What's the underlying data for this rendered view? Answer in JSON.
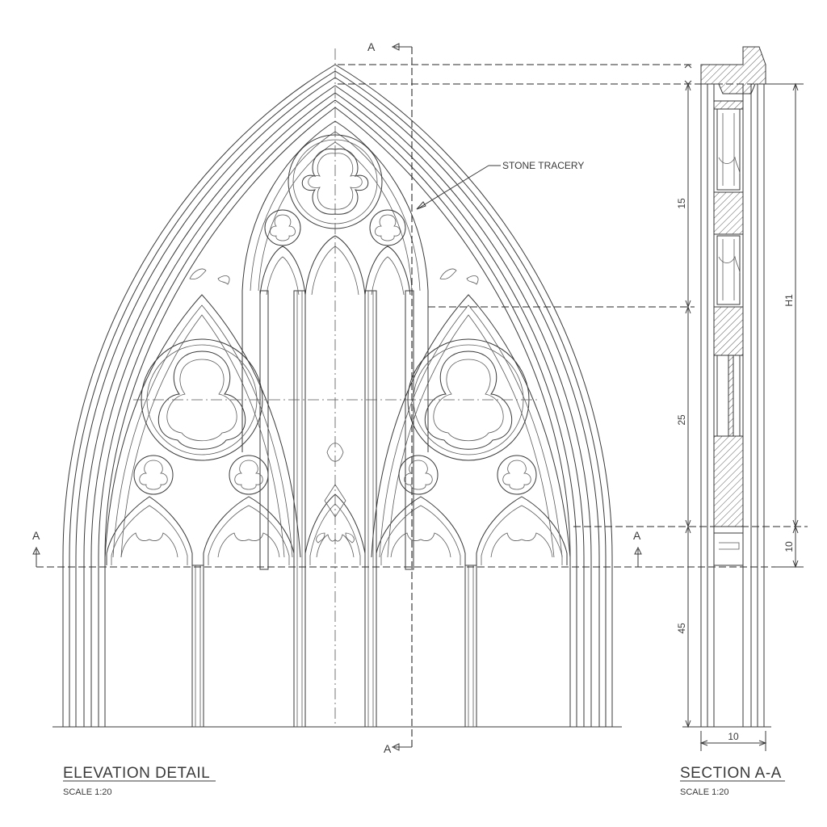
{
  "elevation": {
    "title": "ELEVATION DETAIL",
    "scale": "SCALE 1:20"
  },
  "section": {
    "title": "SECTION A-A",
    "scale": "SCALE 1:20"
  },
  "callout": {
    "label": "STONE TRACERY"
  },
  "section_marks": {
    "top": "A",
    "bottom": "A",
    "left": "A",
    "right": "A"
  },
  "dimensions": {
    "upper": "15",
    "middle": "25",
    "lower": "45",
    "overall": "H1",
    "sill": "10",
    "width": "10"
  }
}
